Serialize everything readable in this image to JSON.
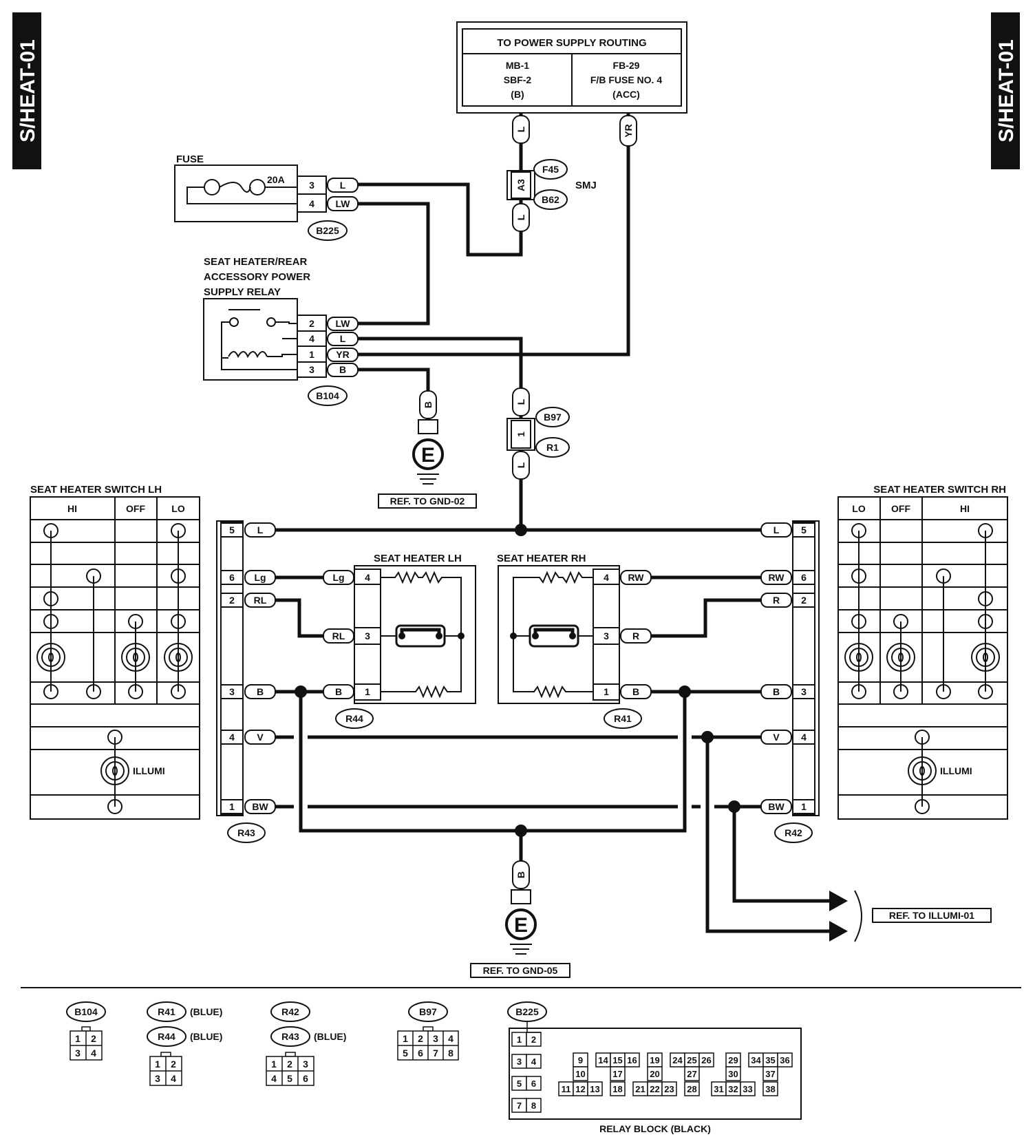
{
  "side_tag": "S/HEAT-01",
  "power": {
    "title": "TO POWER SUPPLY ROUTING",
    "left": [
      "MB-1",
      "SBF-2",
      "(B)"
    ],
    "right": [
      "FB-29",
      "F/B FUSE NO. 4",
      "(ACC)"
    ]
  },
  "fuse": {
    "title": "FUSE",
    "rating": "20A",
    "connector": "B225",
    "pins": [
      {
        "pin": "3",
        "wire": "L"
      },
      {
        "pin": "4",
        "wire": "LW"
      }
    ]
  },
  "smj": {
    "label": "SMJ",
    "pin": "A3",
    "conn_top": "F45",
    "conn_bottom": "B62"
  },
  "relay": {
    "title": [
      "SEAT HEATER/REAR",
      "ACCESSORY POWER",
      "SUPPLY RELAY"
    ],
    "connector": "B104",
    "pins": [
      {
        "pin": "2",
        "wire": "LW"
      },
      {
        "pin": "4",
        "wire": "L"
      },
      {
        "pin": "1",
        "wire": "YR"
      },
      {
        "pin": "3",
        "wire": "B"
      }
    ]
  },
  "joint": {
    "pin": "1",
    "conn_top": "B97",
    "conn_bottom": "R1"
  },
  "wire_colors": {
    "l": "L",
    "yr": "YR",
    "b": "B"
  },
  "ground_top": {
    "symbol": "E",
    "ref": "REF. TO GND-02"
  },
  "ground_bottom": {
    "symbol": "E",
    "ref": "REF. TO GND-05"
  },
  "switch_lh": {
    "title": "SEAT HEATER SWITCH LH",
    "cols": [
      "HI",
      "OFF",
      "LO"
    ],
    "illumi": "ILLUMI",
    "connector": "R43",
    "pins": [
      {
        "pin": "5",
        "wire": "L"
      },
      {
        "pin": "6",
        "wire": "Lg"
      },
      {
        "pin": "2",
        "wire": "RL"
      },
      {
        "pin": "3",
        "wire": "B"
      },
      {
        "pin": "4",
        "wire": "V"
      },
      {
        "pin": "1",
        "wire": "BW"
      }
    ]
  },
  "switch_rh": {
    "title": "SEAT HEATER SWITCH RH",
    "cols": [
      "LO",
      "OFF",
      "HI"
    ],
    "illumi": "ILLUMI",
    "connector": "R42",
    "pins": [
      {
        "pin": "5",
        "wire": "L"
      },
      {
        "pin": "6",
        "wire": "RW"
      },
      {
        "pin": "2",
        "wire": "R"
      },
      {
        "pin": "3",
        "wire": "B"
      },
      {
        "pin": "4",
        "wire": "V"
      },
      {
        "pin": "1",
        "wire": "BW"
      }
    ]
  },
  "heater_lh": {
    "title": "SEAT HEATER LH",
    "connector": "R44",
    "pins": [
      {
        "pin": "4",
        "wire": "Lg"
      },
      {
        "pin": "3",
        "wire": "RL"
      },
      {
        "pin": "1",
        "wire": "B"
      }
    ]
  },
  "heater_rh": {
    "title": "SEAT HEATER RH",
    "connector": "R41",
    "pins": [
      {
        "pin": "4",
        "wire": "RW"
      },
      {
        "pin": "3",
        "wire": "R"
      },
      {
        "pin": "1",
        "wire": "B"
      }
    ]
  },
  "illumi_ref": "REF. TO ILLUMI-01",
  "legend": {
    "b104": "B104",
    "r41": "R41",
    "r44": "R44",
    "r42": "R42",
    "r43": "R43",
    "b97": "B97",
    "b225": "B225",
    "blue": "(BLUE)",
    "relay_block": "RELAY BLOCK (BLACK)",
    "grid4": [
      "1",
      "2",
      "3",
      "4"
    ],
    "grid6": [
      "1",
      "2",
      "3",
      "4",
      "5",
      "6"
    ],
    "grid8": [
      "1",
      "2",
      "3",
      "4",
      "5",
      "6",
      "7",
      "8"
    ],
    "grid38": [
      "1",
      "2",
      "3",
      "4",
      "5",
      "6",
      "7",
      "8",
      "9",
      "10",
      "11",
      "12",
      "13",
      "14",
      "15",
      "16",
      "17",
      "18",
      "19",
      "20",
      "21",
      "22",
      "23",
      "24",
      "25",
      "26",
      "27",
      "28",
      "29",
      "30",
      "31",
      "32",
      "33",
      "34",
      "35",
      "36",
      "37",
      "38"
    ]
  }
}
